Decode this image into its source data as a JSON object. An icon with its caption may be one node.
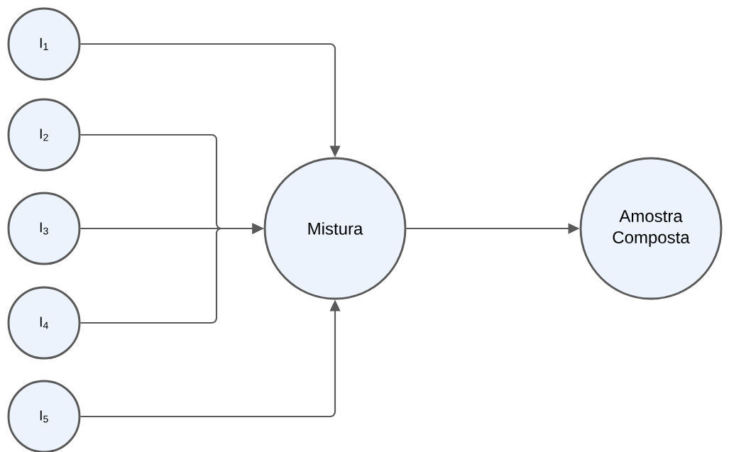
{
  "diagram": {
    "nodes": [
      {
        "text": [
          "I$_{1}$"
        ]
      },
      {
        "text": [
          "I$_{2}$"
        ]
      },
      {
        "text": [
          "I$_{3}$"
        ]
      },
      {
        "text": [
          "I$_{4}$"
        ]
      },
      {
        "text": [
          "I$_{5}$"
        ]
      },
      {
        "text": [
          "Mistura"
        ]
      },
      {
        "text": [
          "Amostra Composta"
        ]
      }
    ],
    "edges": [
      {
        "from": 0,
        "to": 5,
        "arrow": "to"
      },
      {
        "from": 1,
        "to": 5,
        "arrow": "to"
      },
      {
        "from": 2,
        "to": 5,
        "arrow": "to"
      },
      {
        "from": 3,
        "to": 5,
        "arrow": "to"
      },
      {
        "from": 4,
        "to": 5,
        "arrow": "to"
      },
      {
        "from": 5,
        "to": 6,
        "arrow": "to"
      }
    ]
  }
}
